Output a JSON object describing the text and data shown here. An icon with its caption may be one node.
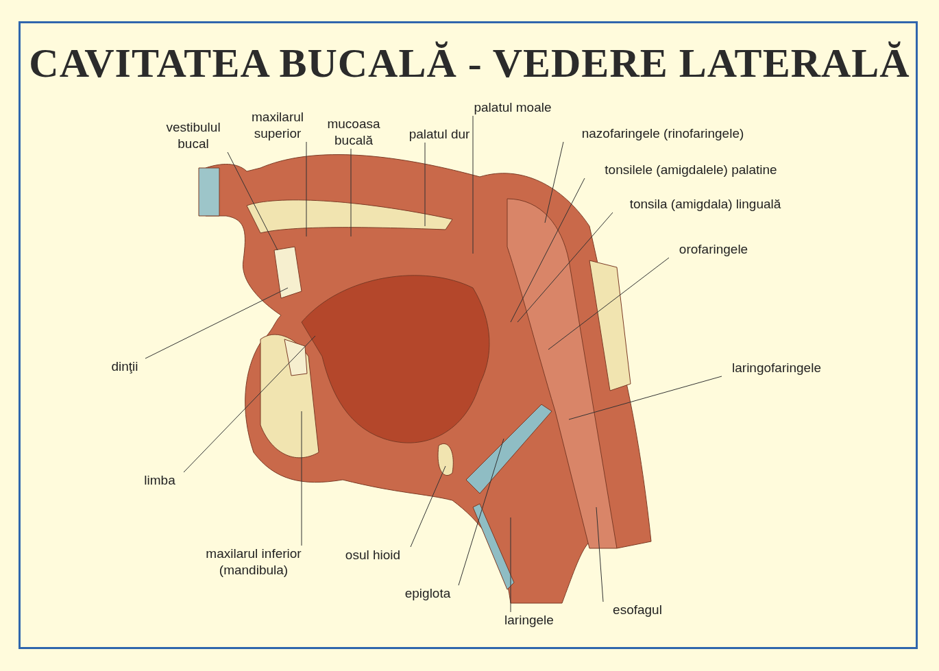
{
  "diagram": {
    "title": "CAVITATEA BUCALĂ - VEDERE LATERALĂ",
    "nodes": [
      {
        "text": [
          "vestibulul bucal"
        ]
      },
      {
        "text": [
          "maxilarul superior"
        ]
      },
      {
        "text": [
          "mucoasa bucală"
        ]
      },
      {
        "text": [
          "palatul moale"
        ]
      },
      {
        "text": [
          "palatul dur"
        ]
      },
      {
        "text": [
          "nazofaringele (rinofaringele)"
        ]
      },
      {
        "text": [
          "tonsilele (amigdalele) palatine"
        ]
      },
      {
        "text": [
          "tonsila (amigdala) linguală"
        ]
      },
      {
        "text": [
          "orofaringele"
        ]
      },
      {
        "text": [
          "dinţii"
        ]
      },
      {
        "text": [
          "laringofaringele"
        ]
      },
      {
        "text": [
          "limba"
        ]
      },
      {
        "text": [
          "maxilarul inferior (mandibula)"
        ]
      },
      {
        "text": [
          "osul hioid"
        ]
      },
      {
        "text": [
          "epiglota"
        ]
      },
      {
        "text": [
          "esofagul"
        ]
      },
      {
        "text": [
          "laringele"
        ]
      }
    ],
    "edges": [
      {
        "from": 0,
        "to": null,
        "arrow": "none"
      },
      {
        "from": 1,
        "to": null,
        "arrow": "none"
      },
      {
        "from": 2,
        "to": null,
        "arrow": "none"
      },
      {
        "from": 3,
        "to": null,
        "arrow": "none"
      },
      {
        "from": 4,
        "to": null,
        "arrow": "none"
      },
      {
        "from": 5,
        "to": null,
        "arrow": "none"
      },
      {
        "from": 6,
        "to": null,
        "arrow": "none"
      },
      {
        "from": 7,
        "to": null,
        "arrow": "none"
      },
      {
        "from": 8,
        "to": null,
        "arrow": "none"
      },
      {
        "from": 9,
        "to": null,
        "arrow": "none"
      },
      {
        "from": 10,
        "to": null,
        "arrow": "none"
      },
      {
        "from": 11,
        "to": null,
        "arrow": "none"
      },
      {
        "from": 12,
        "to": null,
        "arrow": "none"
      },
      {
        "from": 13,
        "to": null,
        "arrow": "none"
      },
      {
        "from": 14,
        "to": null,
        "arrow": "none"
      },
      {
        "from": 15,
        "to": null,
        "arrow": "none"
      },
      {
        "from": 16,
        "to": null,
        "arrow": "none"
      }
    ]
  }
}
